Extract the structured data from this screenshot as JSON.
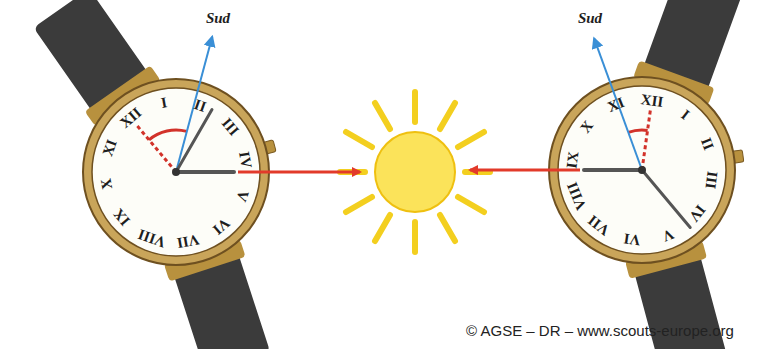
{
  "diagram": {
    "labels": [
      "Sud",
      "Sud",
      "XII",
      "I",
      "II",
      "III",
      "IV",
      "V",
      "VI",
      "VII",
      "VIII",
      "IX",
      "X",
      "XI",
      "XII",
      "I",
      "II",
      "III",
      "IV",
      "V",
      "VI",
      "VII",
      "VIII",
      "IX",
      "X",
      "XI",
      "© AGSE – DR – www.scouts-europe.org"
    ]
  }
}
